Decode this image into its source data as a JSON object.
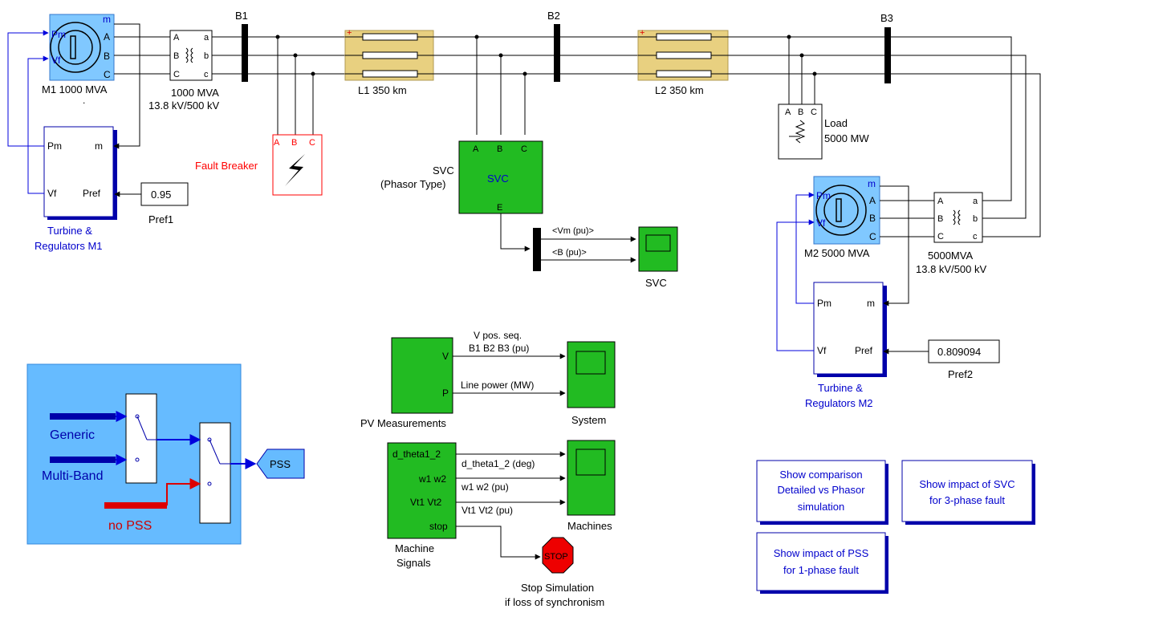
{
  "buses": {
    "b1": "B1",
    "b2": "B2",
    "b3": "B3"
  },
  "machine1": {
    "label": "M1 1000 MVA",
    "ports_in": [
      "Pm",
      "Vf"
    ],
    "ports_out": [
      "m",
      "A",
      "B",
      "C"
    ],
    "dot": "."
  },
  "transformer1": {
    "name": "1000 MVA",
    "rating": "13.8 kV/500 kV",
    "left_ports": [
      "A",
      "B",
      "C"
    ],
    "right_ports": [
      "a",
      "b",
      "c"
    ]
  },
  "machine2": {
    "label": "M2 5000 MVA",
    "ports_in": [
      "Pm",
      "Vf"
    ],
    "ports_out": [
      "m",
      "A",
      "B",
      "C"
    ]
  },
  "transformer2": {
    "name": "5000MVA",
    "rating": "13.8 kV/500 kV",
    "left_ports": [
      "A",
      "B",
      "C"
    ],
    "right_ports": [
      "a",
      "b",
      "c"
    ]
  },
  "lines": {
    "l1": "L1 350 km",
    "l2": "L2 350 km"
  },
  "fault": {
    "label": "Fault Breaker",
    "ports": [
      "A",
      "B",
      "C"
    ]
  },
  "load": {
    "label_line1": "Load",
    "label_line2": "5000 MW",
    "ports": [
      "A",
      "B",
      "C"
    ]
  },
  "svc": {
    "block_text": "SVC",
    "side_label_line1": "SVC",
    "side_label_line2": "(Phasor Type)",
    "ports": [
      "A",
      "B",
      "C"
    ],
    "out_port": "E",
    "bus_signals": [
      "<Vm (pu)>",
      "<B (pu)>"
    ],
    "scope_label": "SVC"
  },
  "regulators1": {
    "ports_in_left": [
      "Pm",
      "Vf"
    ],
    "ports_in_right": [
      "m",
      "Pref"
    ],
    "label_line1": "Turbine &",
    "label_line2": "Regulators M1",
    "pref_value": "0.95",
    "pref_label": "Pref1"
  },
  "regulators2": {
    "ports_in_left": [
      "Pm",
      "Vf"
    ],
    "ports_in_right": [
      "m",
      "Pref"
    ],
    "label_line1": "Turbine &",
    "label_line2": "Regulators M2",
    "pref_value": "0.809094",
    "pref_label": "Pref2"
  },
  "pss_panel": {
    "options": [
      "Generic",
      "Multi-Band",
      "no PSS"
    ],
    "goto_tag": "PSS"
  },
  "pv_measurements": {
    "ports": [
      "V",
      "P"
    ],
    "label": "PV Measurements",
    "signal1_line1": "V pos. seq.",
    "signal1_line2": "B1 B2 B3 (pu)",
    "signal2": "Line power (MW)",
    "scope_label": "System"
  },
  "machine_signals": {
    "ports": [
      "d_theta1_2",
      "w1 w2",
      "Vt1 Vt2",
      "stop"
    ],
    "label_line1": "Machine",
    "label_line2": "Signals",
    "signals": [
      "d_theta1_2 (deg)",
      "w1 w2 (pu)",
      "Vt1 Vt2 (pu)"
    ],
    "scope_label": "Machines"
  },
  "stop_block": {
    "text": "STOP",
    "label_line1": "Stop Simulation",
    "label_line2": "if loss of synchronism"
  },
  "buttons": {
    "comparison": [
      "Show comparison",
      "Detailed vs Phasor",
      "simulation"
    ],
    "svc_impact": [
      "Show impact of SVC",
      "for 3-phase fault"
    ],
    "pss_impact": [
      "Show impact of PSS",
      "for 1-phase fault"
    ]
  },
  "colors": {
    "machine": "#80c8ff",
    "panel": "#66bbff",
    "line_block": "#e8d080",
    "green_block": "#22bb22",
    "dark_blue": "#0000aa",
    "fault_red": "#ff0000",
    "stop_red": "#ee0000"
  }
}
